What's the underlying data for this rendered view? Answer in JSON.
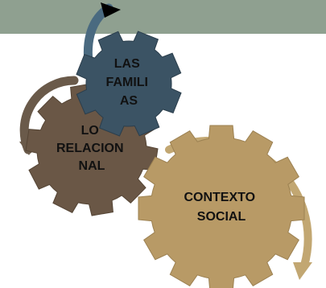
{
  "colors": {
    "top_bar": "#8fa090",
    "gear_blue": "#3b5364",
    "gear_blue_edge": "#2b3e4c",
    "gear_brown": "#6a5746",
    "gear_brown_edge": "#554535",
    "gear_tan": "#b89a66",
    "gear_tan_edge": "#9c8152",
    "arrow_blue": "#4a6a80",
    "arrow_brown": "#6a5a4a",
    "arrow_tan": "#c2a772"
  },
  "gears": {
    "familias": {
      "lines": [
        "LAS",
        "FAMILI",
        "AS"
      ],
      "icon": "gear-icon"
    },
    "relacional": {
      "lines": [
        "LO",
        "RELACION",
        "NAL"
      ],
      "icon": "gear-icon"
    },
    "social": {
      "lines": [
        "CONTEXTO",
        "SOCIAL"
      ],
      "icon": "gear-icon"
    }
  },
  "arrows": [
    "curved-arrow-icon",
    "curved-arrow-icon",
    "curved-arrow-icon"
  ]
}
